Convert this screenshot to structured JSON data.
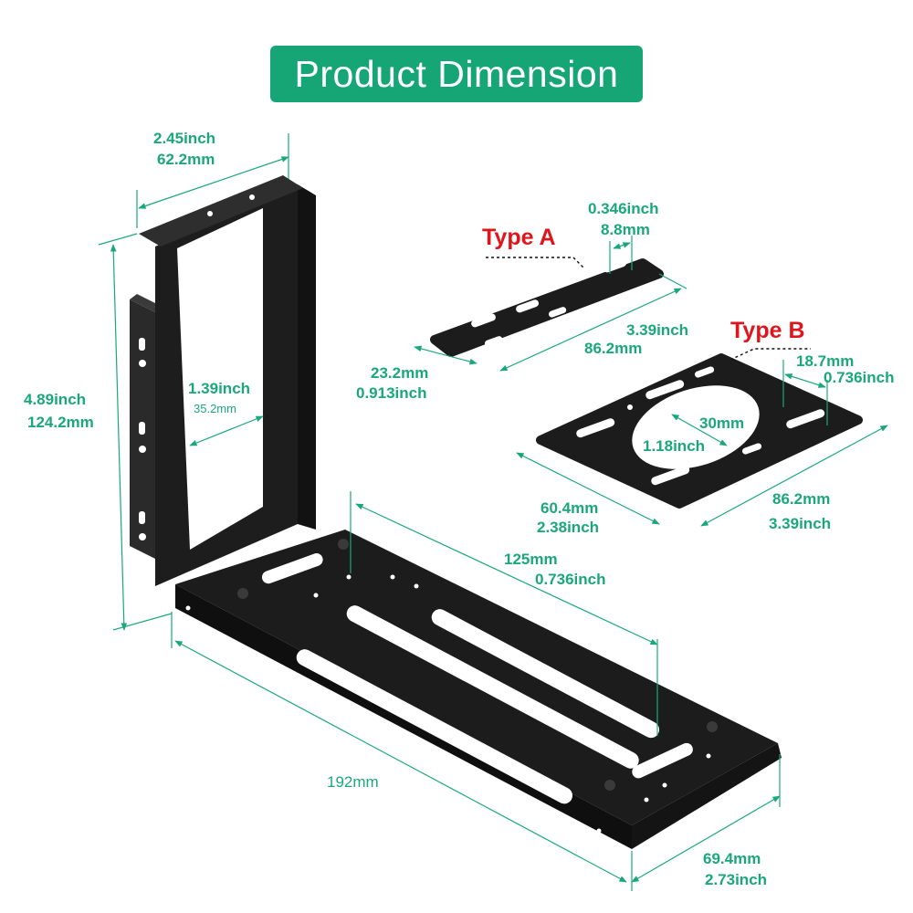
{
  "title": "Product Dimension",
  "colors": {
    "banner": "#16a574",
    "dimension": "#1aa87a",
    "type_label": "#e0151b",
    "metal": "#1b1b1b"
  },
  "types": {
    "a": "Type A",
    "b": "Type B"
  },
  "bracket": {
    "width_inch": "2.45inch",
    "width_mm": "62.2mm",
    "height_inch": "4.89inch",
    "height_mm": "124.2mm",
    "inner_inch": "1.39inch",
    "inner_mm": "35.2mm",
    "base_length_mm": "192mm",
    "base_slot_mm": "125mm",
    "base_slot_inch": "0.736inch",
    "base_width_mm": "69.4mm",
    "base_width_inch": "2.73inch"
  },
  "type_a": {
    "slot_inch": "0.346inch",
    "slot_mm": "8.8mm",
    "length_inch": "3.39inch",
    "length_mm": "86.2mm",
    "width_mm": "23.2mm",
    "width_inch": "0.913inch"
  },
  "type_b": {
    "slot_mm": "18.7mm",
    "slot_inch": "0.736inch",
    "hole_mm": "30mm",
    "hole_inch": "1.18inch",
    "width_mm": "60.4mm",
    "width_inch": "2.38inch",
    "length_mm": "86.2mm",
    "length_inch": "3.39inch"
  }
}
